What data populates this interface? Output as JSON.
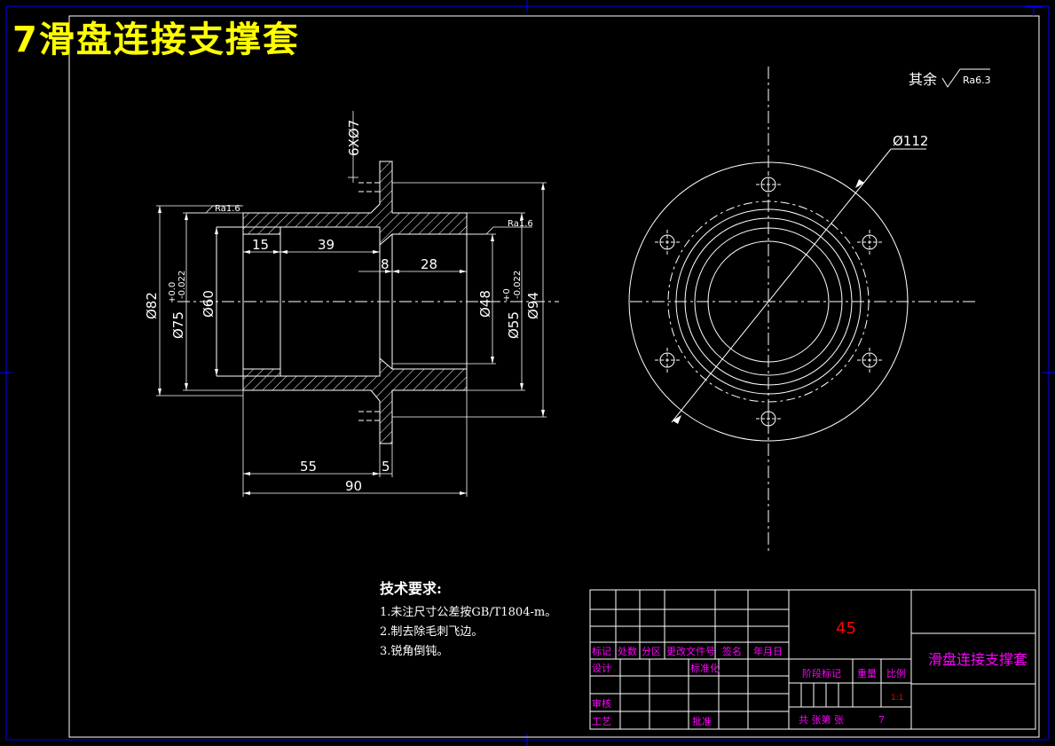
{
  "title": "7滑盘连接支撑套",
  "surface_note": {
    "prefix": "其余",
    "ra": "Ra6.3"
  },
  "dimensions": {
    "holes": "6XØ7",
    "d112": "Ø112",
    "d82": "Ø82",
    "d75": "Ø75",
    "d75_tol_upper": "+0.0",
    "d75_tol_lower": "-0.022",
    "d60": "Ø60",
    "d48": "Ø48",
    "d55": "Ø55",
    "d55_tol_upper": "+0",
    "d55_tol_lower": "-0.022",
    "d94": "Ø94",
    "l15": "15",
    "l39": "39",
    "l8": "8",
    "l28": "28",
    "l55": "55",
    "l5": "5",
    "l90": "90",
    "ra_left": "Ra1.6",
    "ra_right": "Ra1.6"
  },
  "tech_requirements": {
    "heading": "技术要求:",
    "items": [
      "1.未注尺寸公差按GB/T1804-m。",
      "2.制去除毛刺飞边。",
      "3.锐角倒钝。"
    ]
  },
  "title_block": {
    "material": "45",
    "part_name": "滑盘连接支撑套",
    "row_labels": [
      "标记",
      "处数",
      "分区",
      "更改文件号",
      "签名",
      "年月日"
    ],
    "design": "设计",
    "standardize": "标准化",
    "check": "审核",
    "process": "工艺",
    "approve": "批准",
    "stage_mark": "阶段标记",
    "weight": "重量",
    "scale": "比例",
    "scale_value": "1:1",
    "sheet_info": "共  张第  张",
    "sheet_num": "7"
  },
  "colors": {
    "background": "#000000",
    "line": "#ffffff",
    "title": "#ffff00",
    "border_frame": "#0000ff",
    "table_labels": "#ff00ff",
    "material": "#ff0000"
  }
}
